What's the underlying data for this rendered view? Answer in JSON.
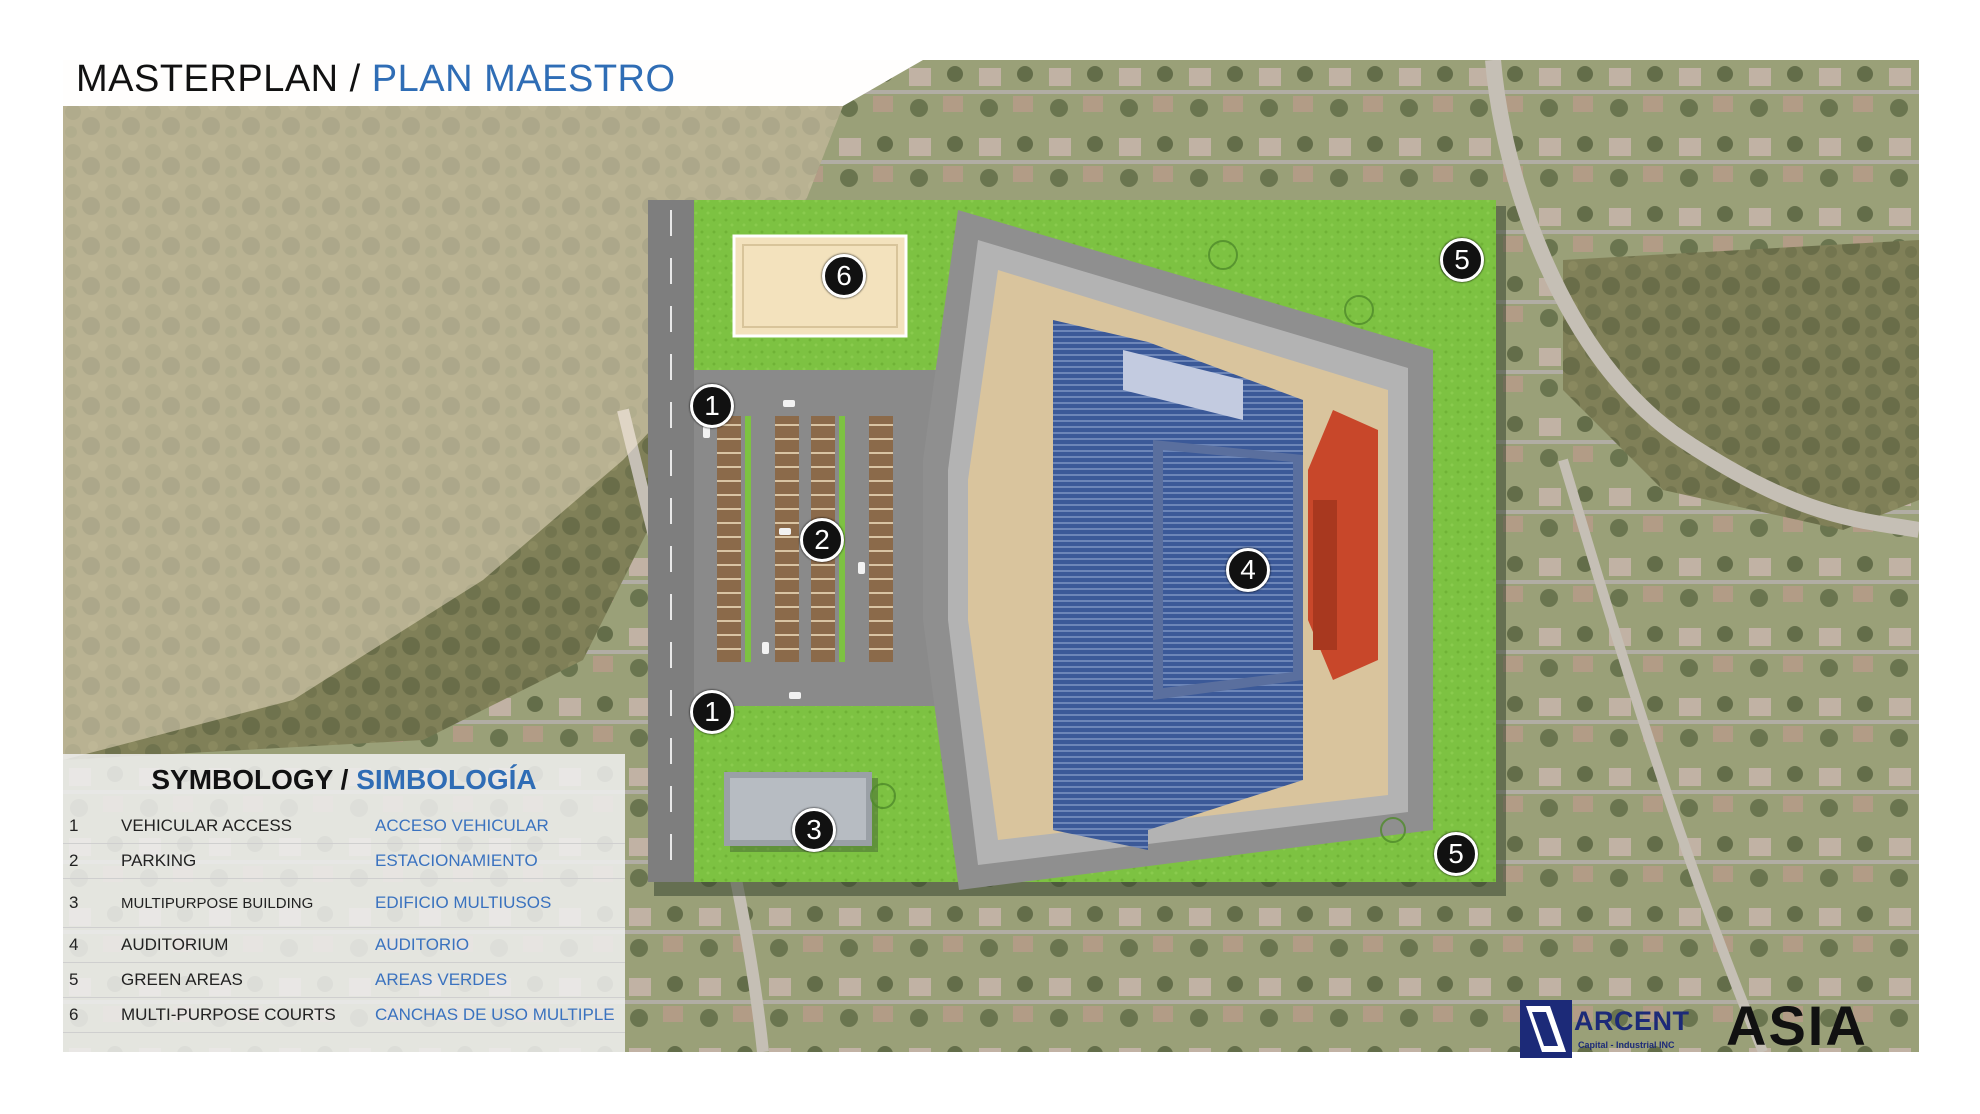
{
  "title": {
    "en": "MASTERPLAN /",
    "es": "PLAN MAESTRO"
  },
  "colors": {
    "accent_blue": "#2f6db5",
    "grass": "#7dc242",
    "paving": "#8a8a8a",
    "auditorium_seats": "#3b5998",
    "stage": "#c8472a"
  },
  "markers": [
    "1",
    "1",
    "2",
    "3",
    "4",
    "5",
    "5",
    "6"
  ],
  "legend": {
    "title_en": "SYMBOLOGY /",
    "title_es": "SIMBOLOGÍA",
    "rows": [
      {
        "num": "1",
        "en": "VEHICULAR ACCESS",
        "es": "ACCESO VEHICULAR"
      },
      {
        "num": "2",
        "en": "PARKING",
        "es": "ESTACIONAMIENTO"
      },
      {
        "num": "3",
        "en": "MULTIPURPOSE BUILDING",
        "es": "EDIFICIO MULTIUSOS"
      },
      {
        "num": "4",
        "en": "AUDITORIUM",
        "es": "AUDITORIO"
      },
      {
        "num": "5",
        "en": "GREEN AREAS",
        "es": "AREAS VERDES"
      },
      {
        "num": "6",
        "en": "MULTI-PURPOSE COURTS",
        "es": "CANCHAS DE USO MULTIPLE"
      }
    ]
  },
  "logos": {
    "arcent_name": "ARCENT",
    "arcent_sub": "Capital - Industrial INC",
    "asia": "ASIA"
  }
}
